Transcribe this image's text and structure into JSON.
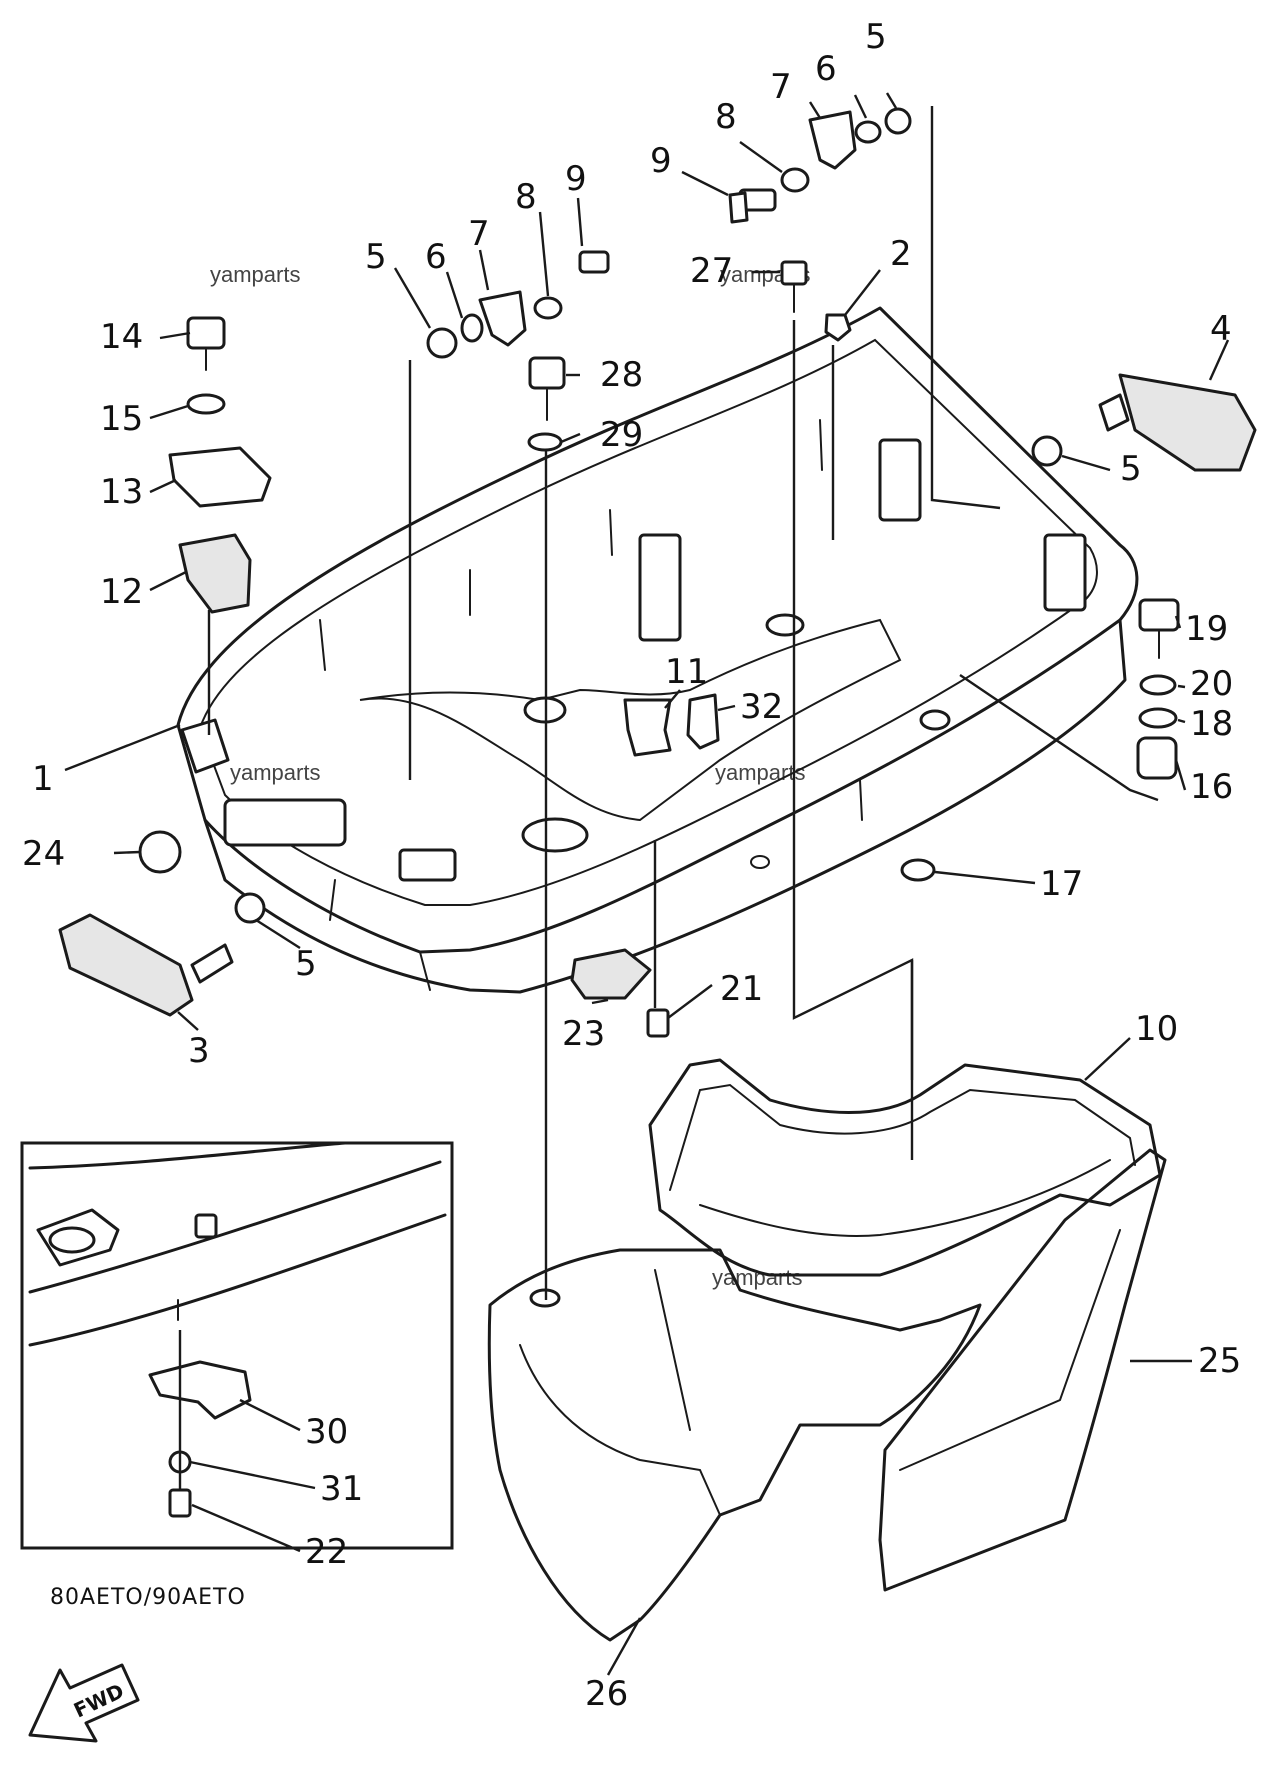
{
  "watermark": "yamparts",
  "inset_model_label": "80AETO/90AETO",
  "direction_label": "FWD",
  "callouts": {
    "c5a": "5",
    "c6a": "6",
    "c7a": "7",
    "c8a": "8",
    "c9a": "9",
    "c9b": "9",
    "c8b": "8",
    "c7b": "7",
    "c6b": "6",
    "c5b": "5",
    "c27": "27",
    "c2": "2",
    "c4": "4",
    "c14": "14",
    "c15": "15",
    "c13": "13",
    "c12": "12",
    "c28": "28",
    "c29": "29",
    "c5c": "5",
    "c19": "19",
    "c20": "20",
    "c18": "18",
    "c16": "16",
    "c11": "11",
    "c32": "32",
    "c1": "1",
    "c24": "24",
    "c17": "17",
    "c5d": "5",
    "c3": "3",
    "c21": "21",
    "c23": "23",
    "c10": "10",
    "c25": "25",
    "c26": "26",
    "c30": "30",
    "c31": "31",
    "c22": "22"
  }
}
